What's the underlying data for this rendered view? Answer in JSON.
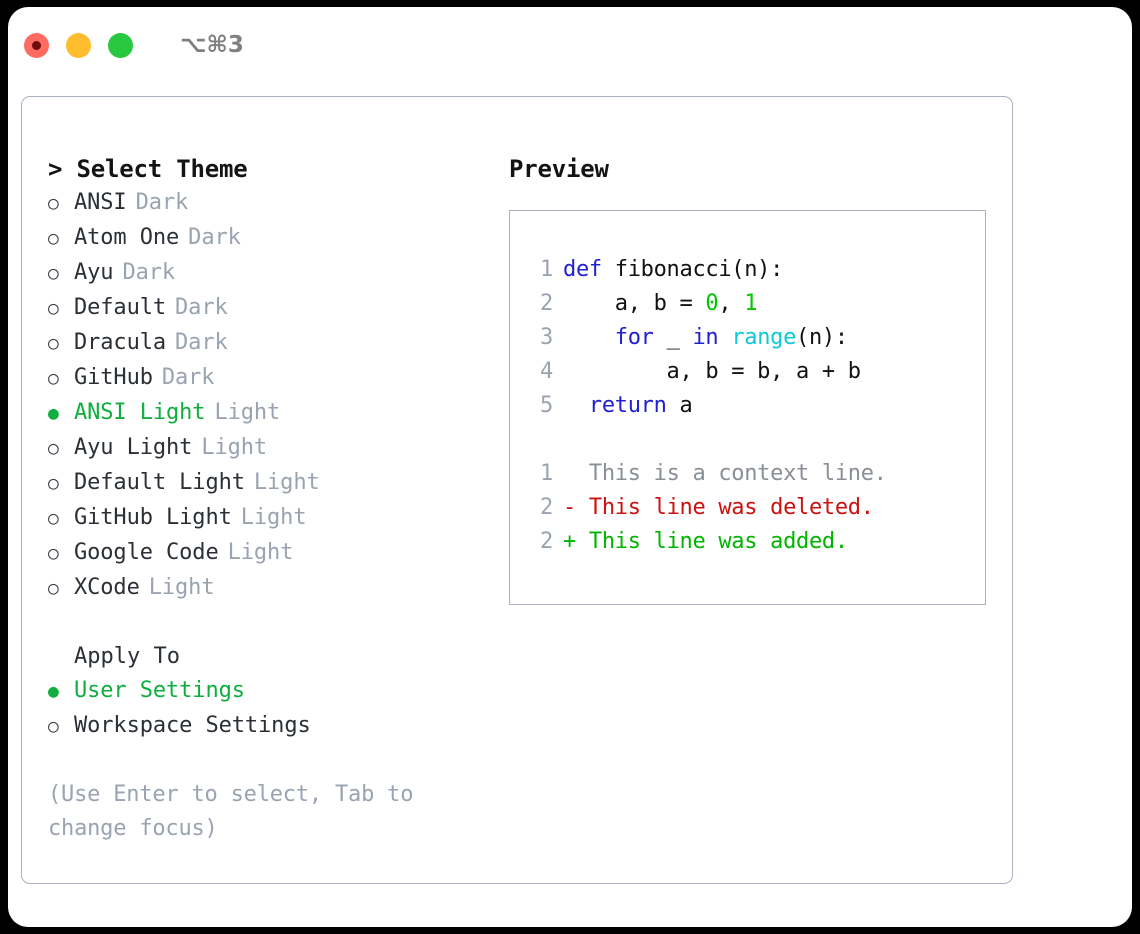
{
  "window": {
    "shortcut_label": "⌥⌘3",
    "traffic_lights": [
      {
        "name": "close",
        "color": "#ff6b61"
      },
      {
        "name": "minimize",
        "color": "#ffbd2e"
      },
      {
        "name": "maximize",
        "color": "#28c840"
      }
    ]
  },
  "theme_panel": {
    "title": "> Select Theme",
    "selected_marker": "●",
    "unselected_marker": "○",
    "items": [
      {
        "marker": "○",
        "name": "ANSI",
        "category": "Dark",
        "selected": false
      },
      {
        "marker": "○",
        "name": "Atom One",
        "category": "Dark",
        "selected": false
      },
      {
        "marker": "○",
        "name": "Ayu",
        "category": "Dark",
        "selected": false
      },
      {
        "marker": "○",
        "name": "Default",
        "category": "Dark",
        "selected": false
      },
      {
        "marker": "○",
        "name": "Dracula",
        "category": "Dark",
        "selected": false
      },
      {
        "marker": "○",
        "name": "GitHub",
        "category": "Dark",
        "selected": false
      },
      {
        "marker": "●",
        "name": "ANSI Light",
        "category": "Light",
        "selected": true
      },
      {
        "marker": "○",
        "name": "Ayu Light",
        "category": "Light",
        "selected": false
      },
      {
        "marker": "○",
        "name": "Default Light",
        "category": "Light",
        "selected": false
      },
      {
        "marker": "○",
        "name": "GitHub Light",
        "category": "Light",
        "selected": false
      },
      {
        "marker": "○",
        "name": "Google Code",
        "category": "Light",
        "selected": false
      },
      {
        "marker": "○",
        "name": "XCode",
        "category": "Light",
        "selected": false
      }
    ]
  },
  "apply_to": {
    "heading": "Apply To",
    "items": [
      {
        "marker": "●",
        "name": "User Settings",
        "selected": true
      },
      {
        "marker": "○",
        "name": "Workspace Settings",
        "selected": false
      }
    ]
  },
  "hint": "(Use Enter to select, Tab to change focus)",
  "preview": {
    "title": "Preview",
    "code_lines": [
      {
        "num": "1",
        "tokens": [
          {
            "t": "def ",
            "c": "kw"
          },
          {
            "t": "fibonacci(n):",
            "c": "plain"
          }
        ]
      },
      {
        "num": "2",
        "tokens": [
          {
            "t": "    a, b = ",
            "c": "plain"
          },
          {
            "t": "0",
            "c": "num"
          },
          {
            "t": ", ",
            "c": "plain"
          },
          {
            "t": "1",
            "c": "num"
          }
        ]
      },
      {
        "num": "3",
        "tokens": [
          {
            "t": "    ",
            "c": "plain"
          },
          {
            "t": "for",
            "c": "kw"
          },
          {
            "t": " _ ",
            "c": "plain"
          },
          {
            "t": "in",
            "c": "kw"
          },
          {
            "t": " ",
            "c": "plain"
          },
          {
            "t": "range",
            "c": "fn"
          },
          {
            "t": "(n):",
            "c": "plain"
          }
        ]
      },
      {
        "num": "4",
        "tokens": [
          {
            "t": "        a, b = b, a + b",
            "c": "plain"
          }
        ]
      },
      {
        "num": "5",
        "tokens": [
          {
            "t": "  ",
            "c": "plain"
          },
          {
            "t": "return",
            "c": "kw"
          },
          {
            "t": " a",
            "c": "plain"
          }
        ]
      }
    ],
    "diff_lines": [
      {
        "num": "1",
        "sign": " ",
        "text": " This is a context line.",
        "kind": "ctx"
      },
      {
        "num": "2",
        "sign": "-",
        "text": " This line was deleted.",
        "kind": "del"
      },
      {
        "num": "2",
        "sign": "+",
        "text": " This line was added.",
        "kind": "add"
      }
    ]
  },
  "colors": {
    "accent_green": "#0fae3f",
    "muted": "#9aa3b0",
    "border": "#a8b2c0",
    "keyword": "#2020d0",
    "function": "#0dc8d8",
    "number": "#00c800",
    "diff_add": "#00b400",
    "diff_del": "#cc1111"
  }
}
